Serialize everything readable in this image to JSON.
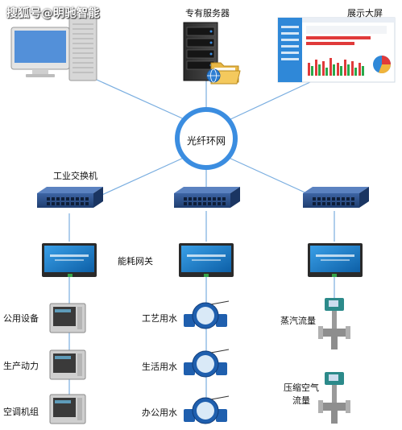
{
  "watermark": "搜狐号@明驰智能",
  "labels": {
    "server": "专有服务器",
    "display": "展示大屏",
    "ring": "光纤环网",
    "switch": "工业交换机",
    "gateway": "能耗网关",
    "public_equipment": "公用设备",
    "production_power": "生产动力",
    "ac_unit": "空调机组",
    "process_water": "工艺用水",
    "domestic_water": "生活用水",
    "office_water": "办公用水",
    "steam_flow": "蒸汽流量",
    "compressed_air_line1": "压缩空气",
    "compressed_air_line2": "流量"
  },
  "colors": {
    "ring": "#3b8de0",
    "lines": "#7aaee0",
    "switch_body": "#2c4f86",
    "gateway_screen": "#1a78c2",
    "meter_blue": "#1f5fae"
  }
}
